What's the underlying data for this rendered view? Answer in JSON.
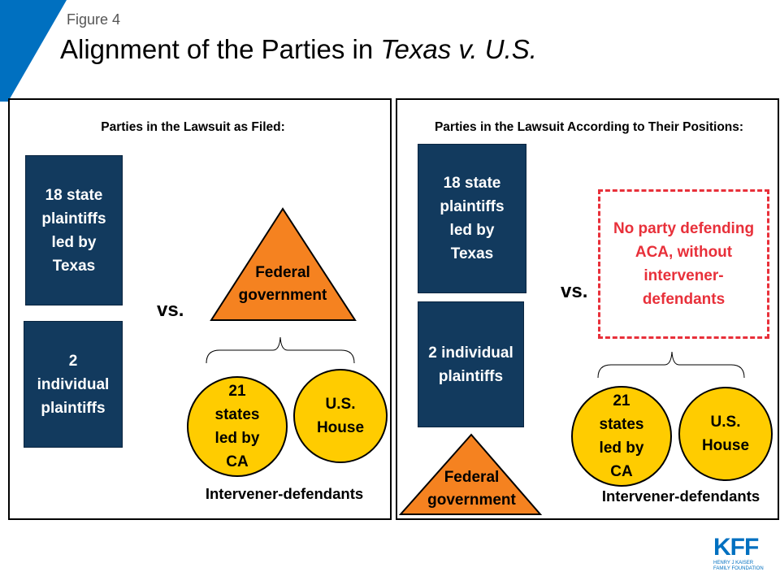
{
  "header": {
    "figure_label": "Figure 4",
    "title_prefix": "Alignment of the Parties in ",
    "title_italic": "Texas v. U.S."
  },
  "left": {
    "heading": "Parties in the Lawsuit as Filed:",
    "plaintiffs_state": "18 state plaintiffs led by Texas",
    "plaintiffs_individual": "2 individual plaintiffs",
    "vs": "vs.",
    "federal": "Federal government",
    "intervener_states": "21 states led by CA",
    "intervener_house": "U.S. House",
    "intervener_label": "Intervener-defendants"
  },
  "right": {
    "heading": "Parties in the Lawsuit According to Their Positions:",
    "plaintiffs_state": "18 state plaintiffs led by Texas",
    "plaintiffs_individual": "2 individual plaintiffs",
    "federal": "Federal government",
    "vs": "vs.",
    "no_party": "No party defending ACA, without intervener-defendants",
    "intervener_states": "21 states led by CA",
    "intervener_house": "U.S. House",
    "intervener_label": "Intervener-defendants"
  },
  "logo": {
    "mark": "KFF",
    "line1": "HENRY J KAISER",
    "line2": "FAMILY FOUNDATION"
  },
  "colors": {
    "accent_blue": "#0070c0",
    "navy": "#123a5e",
    "orange": "#f58220",
    "yellow": "#ffcc00",
    "red": "#e8303a"
  }
}
